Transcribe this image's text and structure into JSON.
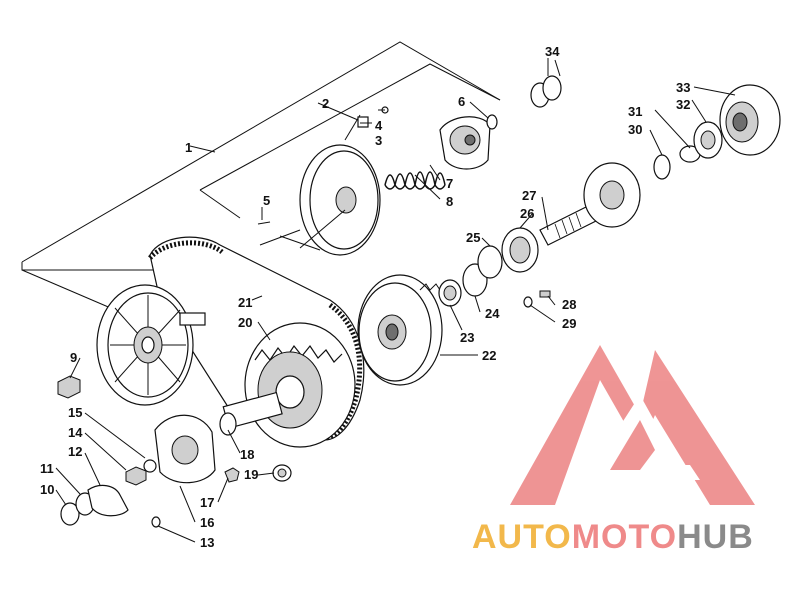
{
  "labels": {
    "l1": "1",
    "l2": "2",
    "l3": "3",
    "l4": "4",
    "l5": "5",
    "l6": "6",
    "l7": "7",
    "l8": "8",
    "l9": "9",
    "l10": "10",
    "l11": "11",
    "l12": "12",
    "l13": "13",
    "l14": "14",
    "l15": "15",
    "l16": "16",
    "l17": "17",
    "l18": "18",
    "l19": "19",
    "l20": "20",
    "l21": "21",
    "l22": "22",
    "l23": "23",
    "l24": "24",
    "l25": "25",
    "l26": "26",
    "l27": "27",
    "l28": "28",
    "l29": "29",
    "l30": "30",
    "l31": "31",
    "l32": "32",
    "l33": "33",
    "l34": "34"
  },
  "watermark": {
    "word_auto": "AUTO",
    "word_moto": "MOTO",
    "word_hub": "HUB"
  },
  "colors": {
    "auto": "#f2b84b",
    "moto": "#ef8a8a",
    "hub": "#8a8a8a",
    "logo_mark": "#ee8f8f"
  }
}
